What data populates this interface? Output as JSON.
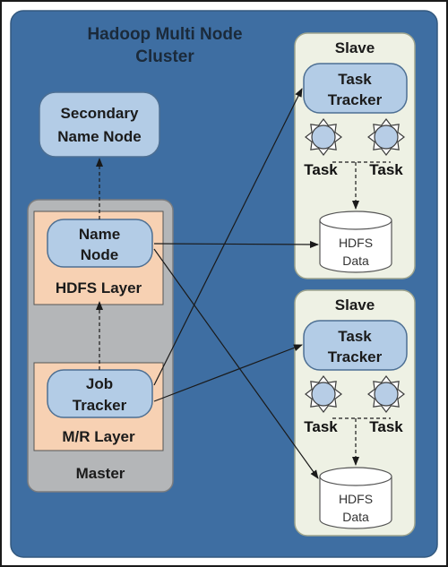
{
  "colors": {
    "frame_border": "#1a1a1a",
    "cluster_bg": "#3e6ea2",
    "slave_bg": "#eef1e4",
    "master_bg": "#b4b6b8",
    "layer_bg": "#f7d1b3",
    "node_fill": "#b3cce6",
    "node_stroke": "#4d6f93",
    "cylinder_fill": "#ffffff",
    "gear_fill": "#b7cde6",
    "gear_stroke": "#3c3c3c",
    "arrow": "#1a1a1a"
  },
  "cluster": {
    "title_line1": "Hadoop Multi Node",
    "title_line2": "Cluster"
  },
  "secondary": {
    "line1": "Secondary",
    "line2": "Name Node"
  },
  "master": {
    "label": "Master",
    "hdfs_layer": "HDFS Layer",
    "mr_layer": "M/R Layer",
    "name_node_line1": "Name",
    "name_node_line2": "Node",
    "job_tracker_line1": "Job",
    "job_tracker_line2": "Tracker"
  },
  "slaves": [
    {
      "label": "Slave",
      "task_tracker_line1": "Task",
      "task_tracker_line2": "Tracker",
      "task_left": "Task",
      "task_right": "Task",
      "hdfs_line1": "HDFS",
      "hdfs_line2": "Data",
      "gear_left_icon": "gear-icon",
      "gear_right_icon": "gear-icon",
      "storage_icon": "database-cylinder-icon"
    },
    {
      "label": "Slave",
      "task_tracker_line1": "Task",
      "task_tracker_line2": "Tracker",
      "task_left": "Task",
      "task_right": "Task",
      "hdfs_line1": "HDFS",
      "hdfs_line2": "Data",
      "gear_left_icon": "gear-icon",
      "gear_right_icon": "gear-icon",
      "storage_icon": "database-cylinder-icon"
    }
  ]
}
